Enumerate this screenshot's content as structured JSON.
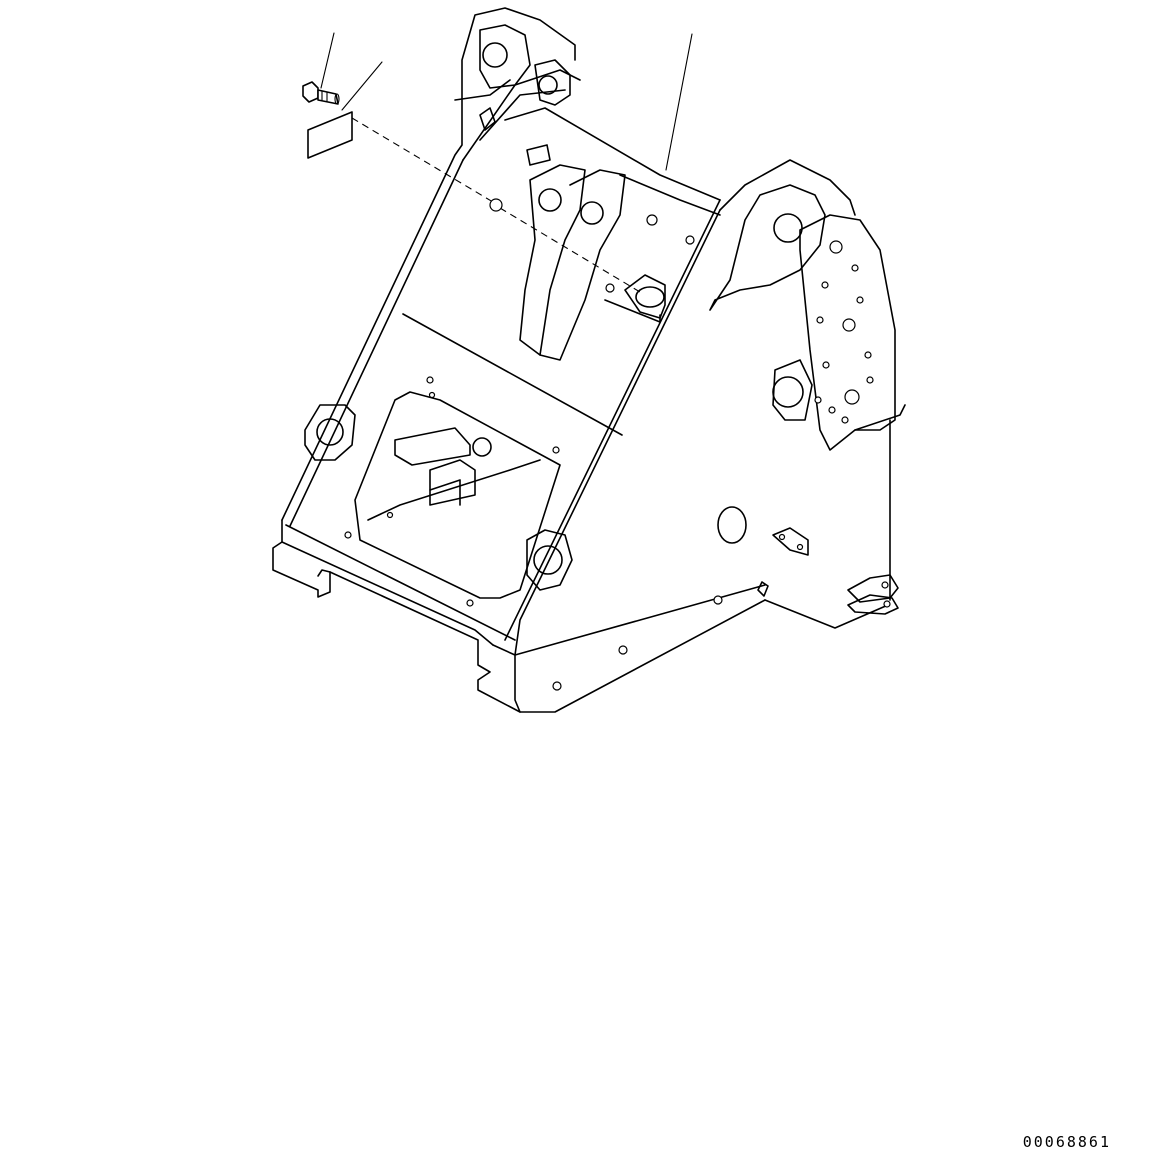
{
  "figure": {
    "drawing_id": "00068861",
    "parts": [
      {
        "name": "bolt",
        "callout": "leader-line"
      },
      {
        "name": "plate",
        "callout": "leader-line"
      },
      {
        "name": "frame",
        "callout": "leader-line"
      }
    ]
  }
}
